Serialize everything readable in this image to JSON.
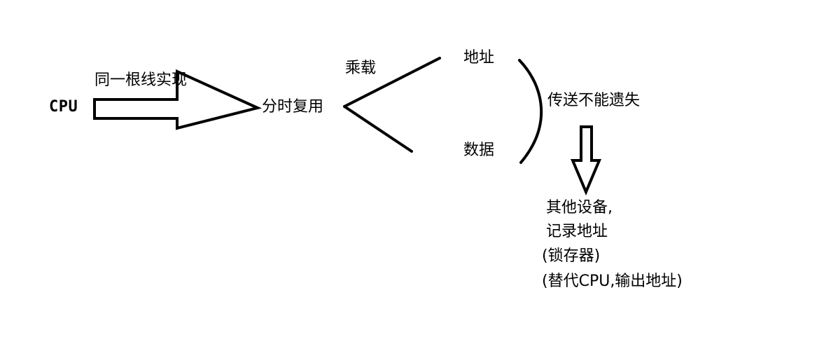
{
  "diagram": {
    "labels": {
      "cpu": "CPU",
      "same_line": "同一根线实现",
      "tdm": "分时复用",
      "carry": "乘载",
      "address": "地址",
      "data": "数据",
      "no_loss": "传送不能遗失",
      "other_device": "其他设备,",
      "record_address": "记录地址",
      "latch": "(锁存器)",
      "replace_cpu": "(替代CPU,输出地址)"
    },
    "colors": {
      "ink": "#000000",
      "background": "#ffffff"
    }
  }
}
